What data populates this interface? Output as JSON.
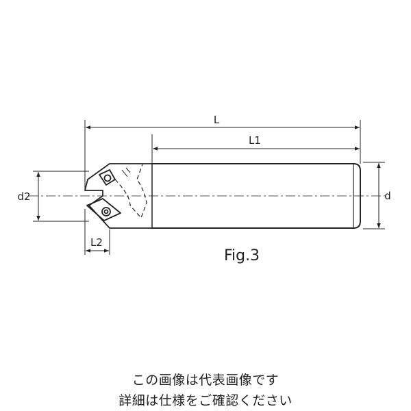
{
  "figure": {
    "label": "Fig.3",
    "dimensions": {
      "L": "L",
      "L1": "L1",
      "L2": "L2",
      "d": "d",
      "d2": "d2"
    }
  },
  "caption": {
    "line1": "この画像は代表画像です",
    "line2": "詳細は仕様をご確認ください"
  }
}
